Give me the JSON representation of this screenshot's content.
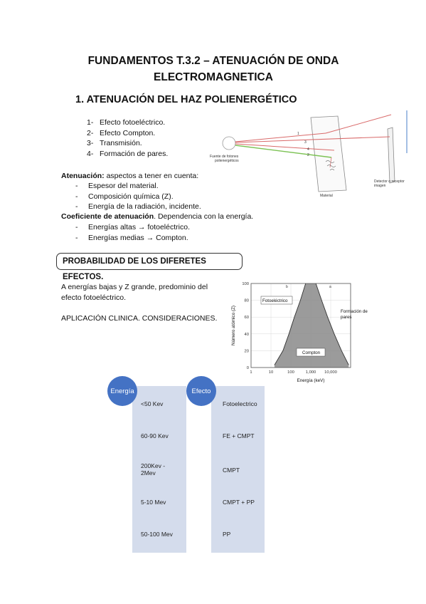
{
  "title": {
    "line1": "FUNDAMENTOS T.3.2 – ATENUACIÓN DE ONDA",
    "line2": "ELECTROMAGNETICA"
  },
  "section1": {
    "heading": "1.  ATENUACIÓN DEL HAZ POLIENERGÉTICO",
    "effects": [
      {
        "num": "1-",
        "text": "Efecto fotoeléctrico."
      },
      {
        "num": "2-",
        "text": "Efecto Compton."
      },
      {
        "num": "3-",
        "text": "Transmisión."
      },
      {
        "num": "4-",
        "text": "Formación de pares."
      }
    ],
    "attenuation_label": "Atenuación:",
    "attenuation_text": " aspectos a tener en cuenta:",
    "aspects": [
      "Espesor del material.",
      "Composición química (Z).",
      "Energía de la radiación, incidente."
    ],
    "coef_label": "Coeficiente de atenuación",
    "coef_text": ".  Dependencia con la energía.",
    "energies": [
      "Energías altas → fotoeléctrico.",
      "Energías medias → Compton."
    ]
  },
  "diagram": {
    "source_label_1": "Fuente de fotones",
    "source_label_2": "polienergéticos",
    "material_label": "Material",
    "detector_label_1": "Detector o receptor",
    "detector_label_2": "imagen",
    "ray_labels": [
      "1",
      "3",
      "4",
      "2"
    ]
  },
  "probability": {
    "box_title": "PROBABILIDAD DE LOS DIFERETES EFECTOS.",
    "text1a": "A energías bajas y Z grande, predominio del",
    "text1b": "efecto fotoeléctrico.",
    "text2": "APLICACIÓN CLINICA.  CONSIDERACIONES."
  },
  "chart_data": {
    "type": "area",
    "ylabel": "Número atómico (Z)",
    "xlabel": "Energía (keV)",
    "x_scale": "log",
    "xlim": [
      1,
      100000
    ],
    "ylim": [
      0,
      100
    ],
    "x_ticks": [
      "1",
      "10",
      "100",
      "1,000",
      "10,000"
    ],
    "y_ticks": [
      "0",
      "20",
      "40",
      "60",
      "80",
      "100"
    ],
    "grid": true,
    "region_labels": [
      "Fotoeléctrico",
      "Compton",
      "Formación de pares"
    ],
    "line_labels": [
      "b",
      "a"
    ],
    "left_boundary": [
      [
        15,
        3
      ],
      [
        40,
        20
      ],
      [
        80,
        40
      ],
      [
        150,
        60
      ],
      [
        300,
        80
      ],
      [
        550,
        100
      ]
    ],
    "right_boundary": [
      [
        1800,
        100
      ],
      [
        3500,
        80
      ],
      [
        7000,
        60
      ],
      [
        15000,
        40
      ],
      [
        35000,
        20
      ],
      [
        80000,
        3
      ]
    ]
  },
  "table": {
    "col1_header": "Energía",
    "col2_header": "Efecto",
    "rows": [
      {
        "energy": "<50 Kev",
        "effect": "Fotoelectrico"
      },
      {
        "energy": "60-90 Kev",
        "effect": "FE + CMPT"
      },
      {
        "energy": "200Kev - 2Mev",
        "effect": "CMPT"
      },
      {
        "energy": "5-10 Mev",
        "effect": "CMPT + PP"
      },
      {
        "energy": "50-100 Mev",
        "effect": "PP"
      }
    ]
  }
}
